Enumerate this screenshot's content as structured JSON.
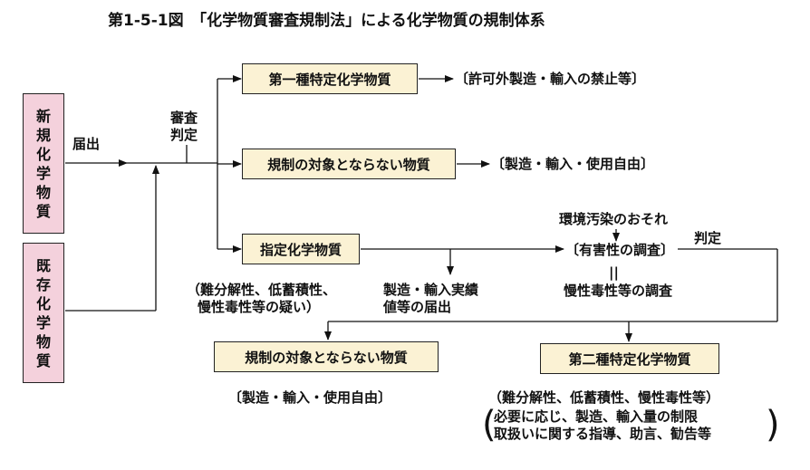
{
  "title": "第1-5-1図　「化学物質審査規制法」による化学物質の規制体系",
  "left": {
    "new_substances": "新規化学物質",
    "existing_substances": "既存化学物質",
    "notification": "届出",
    "review": "審査",
    "judgment": "判定"
  },
  "boxes": {
    "class1": "第一種特定化学物質",
    "unregulated_top": "規制の対象とならない物質",
    "designated": "指定化学物質",
    "unregulated_bottom": "規制の対象とならない物質",
    "class2": "第二種特定化学物質"
  },
  "outcomes": {
    "class1_result": "〔許可外製造・輸入の禁止等〕",
    "unregulated_top_result": "〔製造・輸入・使用自由〕",
    "unregulated_bottom_result": "〔製造・輸入・使用自由〕"
  },
  "designated_notes": {
    "suspicion_1": "（難分解性、低蓄積性、",
    "suspicion_2": "慢性毒性等の疑い）",
    "report_1": "製造・輸入実績",
    "report_2": "値等の届出"
  },
  "investigation": {
    "pollution_risk": "環境汚染のおそれ",
    "hazard_investigation": "〔有害性の調査〕",
    "equals": "||",
    "chronic_toxicity": "慢性毒性等の調査",
    "judgment": "判定"
  },
  "class2_notes": {
    "properties": "（難分解性、低蓄積性、慢性毒性等）",
    "measure_1": "必要に応じ、製造、輸入量の制限",
    "measure_2": "取扱いに関する指導、助言、勧告等"
  }
}
